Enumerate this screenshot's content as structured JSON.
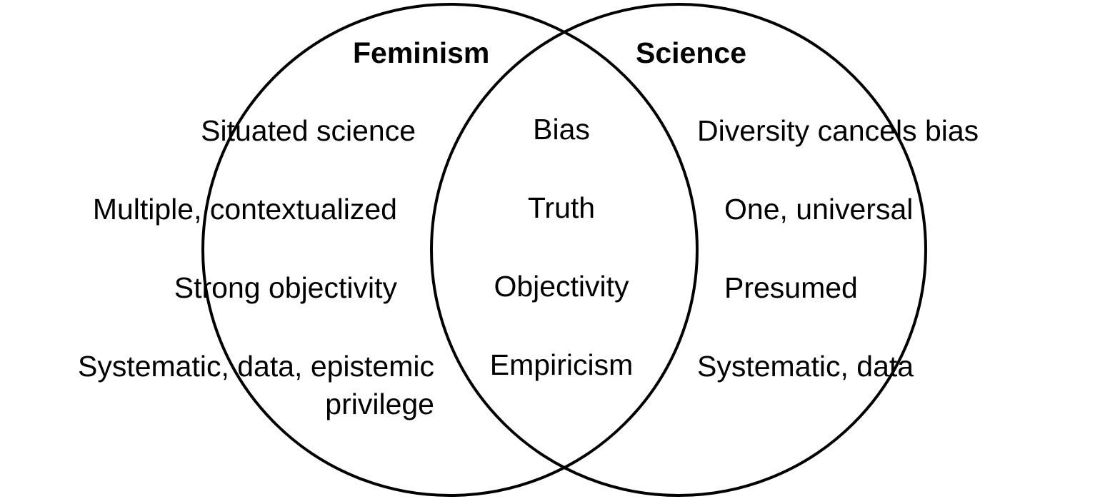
{
  "circles": [
    {
      "name": "Feminism",
      "stroke": "#000000"
    },
    {
      "name": "Science",
      "stroke": "#000000"
    }
  ],
  "titles": {
    "left": "Feminism",
    "right": "Science"
  },
  "left_items": [
    "Situated science",
    "Multiple, contextualized",
    "Strong objectivity",
    "Systematic, data, epistemic",
    "privilege"
  ],
  "center_items": [
    "Bias",
    "Truth",
    "Objectivity",
    "Empiricism"
  ],
  "right_items": [
    "Diversity cancels bias",
    "One, universal",
    "Presumed",
    "Systematic, data"
  ]
}
